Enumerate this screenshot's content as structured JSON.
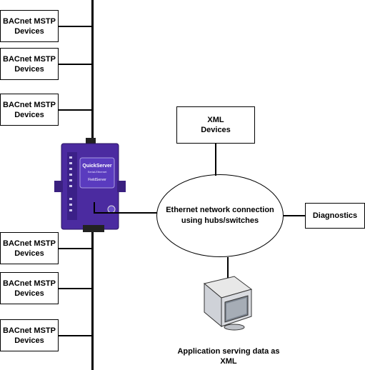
{
  "bacnet_devices_top": [
    {
      "label": "BACnet MSTP\nDevices"
    },
    {
      "label": "BACnet MSTP\nDevices"
    },
    {
      "label": "BACnet MSTP\nDevices"
    }
  ],
  "bacnet_devices_bottom": [
    {
      "label": "BACnet MSTP\nDevices"
    },
    {
      "label": "BACnet MSTP\nDevices"
    },
    {
      "label": "BACnet MSTP\nDevices"
    }
  ],
  "xml_devices": {
    "label": "XML\nDevices"
  },
  "network": {
    "label": "Ethernet network connection\nusing hubs/switches"
  },
  "diagnostics": {
    "label": "Diagnostics"
  },
  "computer": {
    "caption": "Application serving data as\nXML"
  },
  "gateway": {
    "brand": "QuickServer",
    "subtitle": "Serial-Ethernet",
    "vendor": "FieldServer"
  },
  "colors": {
    "gateway": "#4b2ba0",
    "lines": "#000000"
  }
}
